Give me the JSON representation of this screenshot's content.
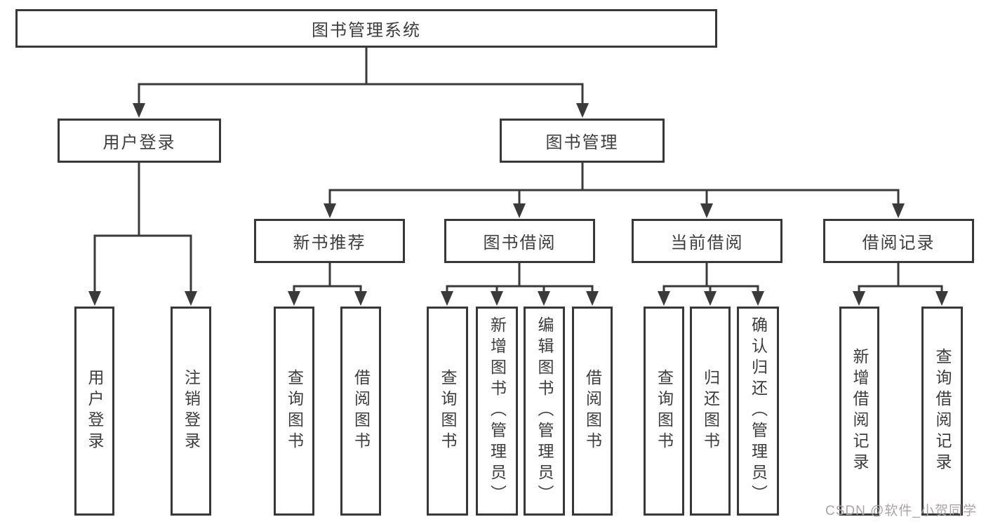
{
  "colors": {
    "background": "#ffffff",
    "line": "#3a3a3a",
    "box_border": "#383838",
    "label_text": "#3d3d3d",
    "watermark": "#aaa4a4"
  },
  "tree": {
    "root": "图书管理系统",
    "branches": [
      {
        "label": "用户登录",
        "children": [
          "用户登录",
          "注销登录"
        ]
      },
      {
        "label": "图书管理",
        "groups": [
          {
            "label": "新书推荐",
            "children": [
              "查询图书",
              "借阅图书"
            ]
          },
          {
            "label": "图书借阅",
            "children": [
              "查询图书",
              "新增图书（管理员）",
              "编辑图书（管理员）",
              "借阅图书"
            ]
          },
          {
            "label": "当前借阅",
            "children": [
              "查询图书",
              "归还图书",
              "确认归还（管理员）"
            ]
          },
          {
            "label": "借阅记录",
            "children": [
              "新增借阅记录",
              "查询借阅记录"
            ]
          }
        ]
      }
    ]
  },
  "watermark": {
    "text": "CSDN @软件_小贺同学"
  }
}
